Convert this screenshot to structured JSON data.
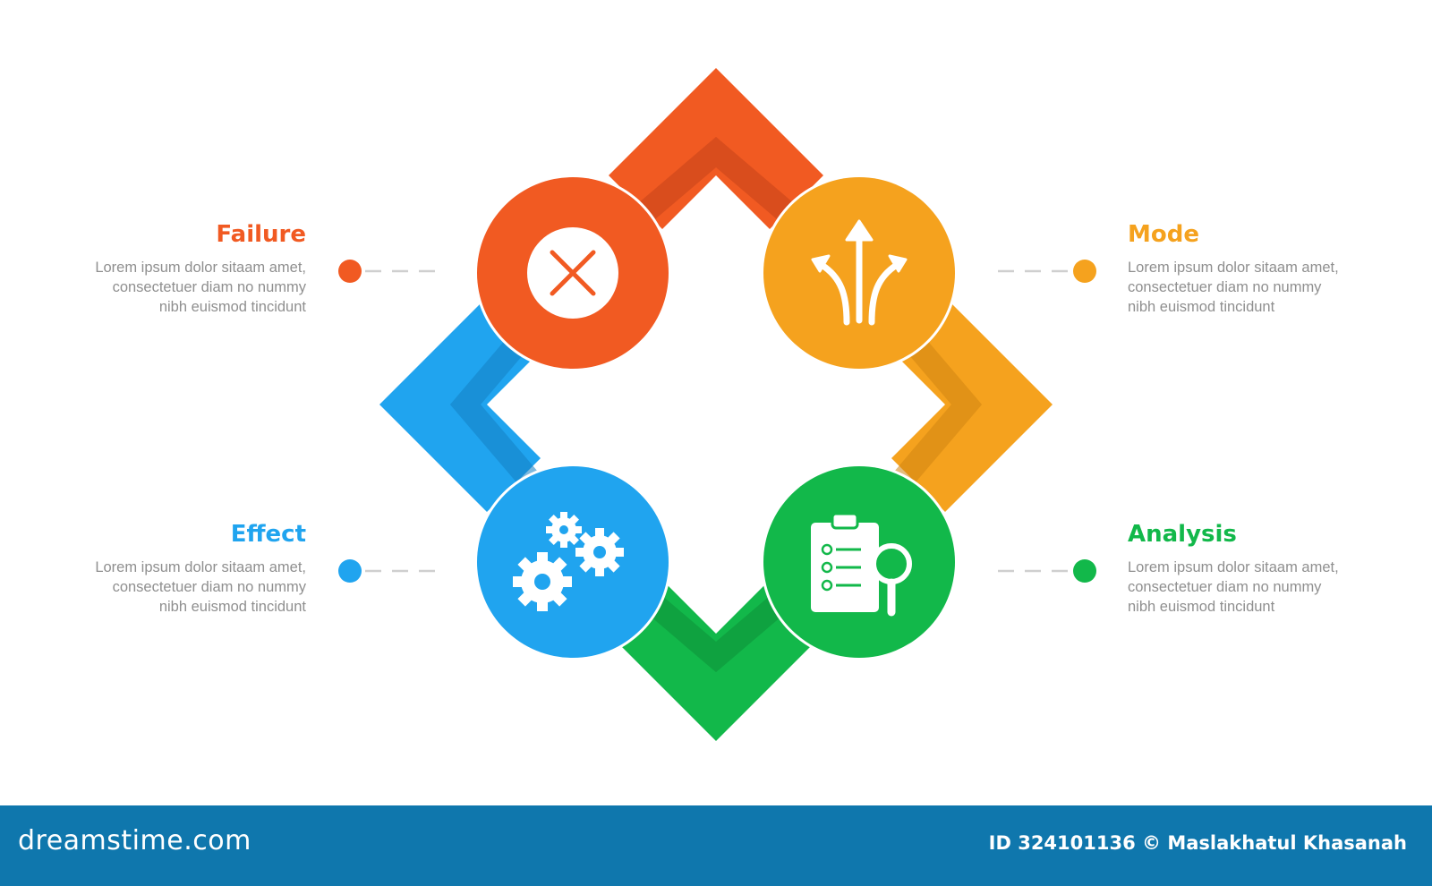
{
  "colors": {
    "failure": "#f15a22",
    "mode": "#f5a21e",
    "effect": "#20a4ef",
    "analysis": "#12b84a",
    "footer": "#0f77ad",
    "body_text": "#8f8f8f"
  },
  "steps": [
    {
      "title": "Failure",
      "lines": [
        "Lorem ipsum dolor sitaam amet,",
        "consectetuer diam no nummy",
        "nibh euismod tincidunt"
      ],
      "icon": "close-icon"
    },
    {
      "title": "Mode",
      "lines": [
        "Lorem ipsum dolor sitaam amet,",
        "consectetuer diam no nummy",
        "nibh euismod tincidunt"
      ],
      "icon": "split-arrows-icon"
    },
    {
      "title": "Effect",
      "lines": [
        "Lorem ipsum dolor sitaam amet,",
        "consectetuer diam no nummy",
        "nibh euismod tincidunt"
      ],
      "icon": "gears-icon"
    },
    {
      "title": "Analysis",
      "lines": [
        "Lorem ipsum dolor sitaam amet,",
        "consectetuer diam no nummy",
        "nibh euismod tincidunt"
      ],
      "icon": "clipboard-search-icon"
    }
  ],
  "footer": {
    "brand": "dreamstime.com",
    "credit": "ID 324101136 © Maslakhatul Khasanah"
  }
}
